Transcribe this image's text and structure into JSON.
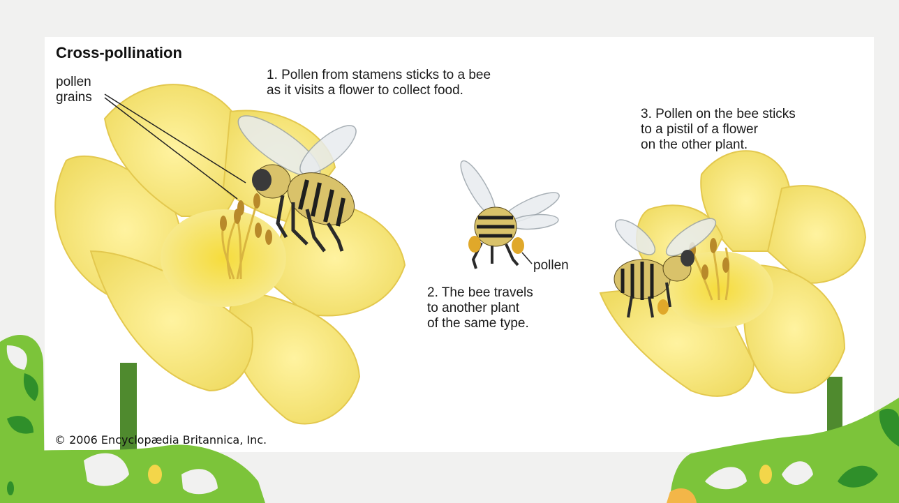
{
  "diagram": {
    "title": "Cross-pollination",
    "labels": {
      "pollen_grains": "pollen\ngrains",
      "pollen": "pollen"
    },
    "steps": [
      "1. Pollen from stamens sticks to a bee\n    as it visits a flower to collect food.",
      "2. The bee travels\n    to another plant\n    of the same type.",
      "3. Pollen on the bee sticks\n    to a pistil of a flower\n    on the other plant."
    ],
    "copyright": "© 2006 Encyclopædia Britannica, Inc."
  },
  "colors": {
    "petal": "#f5e67a",
    "petal_shade": "#e8cf4c",
    "stem": "#4f8a2e",
    "leaf_green": "#7cc43a",
    "leaf_dark": "#2f8f2a",
    "accent_yellow": "#f3d64a",
    "bee_stripe": "#1e1e1e",
    "bee_body": "#d9c26a"
  },
  "icons": [
    "flower-left",
    "flower-right",
    "bee-on-left-flower",
    "bee-flying",
    "bee-on-right-flower",
    "leaf-decoration"
  ]
}
